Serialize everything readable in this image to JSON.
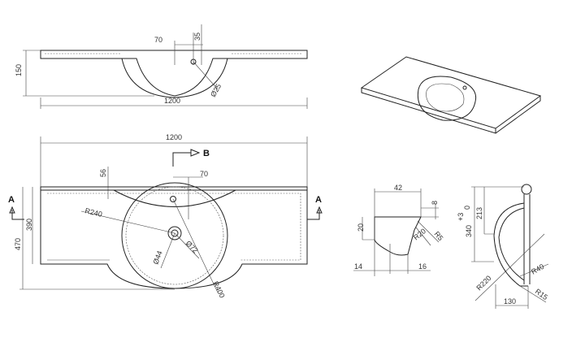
{
  "front_view": {
    "dims": {
      "width": "1200",
      "height": "150",
      "hole_offset": "70",
      "hole_depth": "35",
      "hole_dia": "Ø25"
    }
  },
  "plan_view": {
    "dims": {
      "width": "1200",
      "offset": "70",
      "depth_56": "56",
      "depth_390": "390",
      "depth_470": "470",
      "r240": "R240",
      "r400": "R400",
      "d44": "Ø44",
      "d72": "Ø72"
    },
    "section_a": "A",
    "section_b": "B"
  },
  "detail_edge": {
    "dims": {
      "w42": "42",
      "h8": "8",
      "h20": "20",
      "w14": "14",
      "w16": "16",
      "r20": "R20",
      "r5": "R5"
    }
  },
  "section_b_view": {
    "dims": {
      "h340": "340",
      "tol_plus": "+3",
      "tol_zero": "0",
      "h213": "213",
      "r220": "R220",
      "r40": "R40",
      "r15": "R15",
      "w130": "130"
    }
  }
}
